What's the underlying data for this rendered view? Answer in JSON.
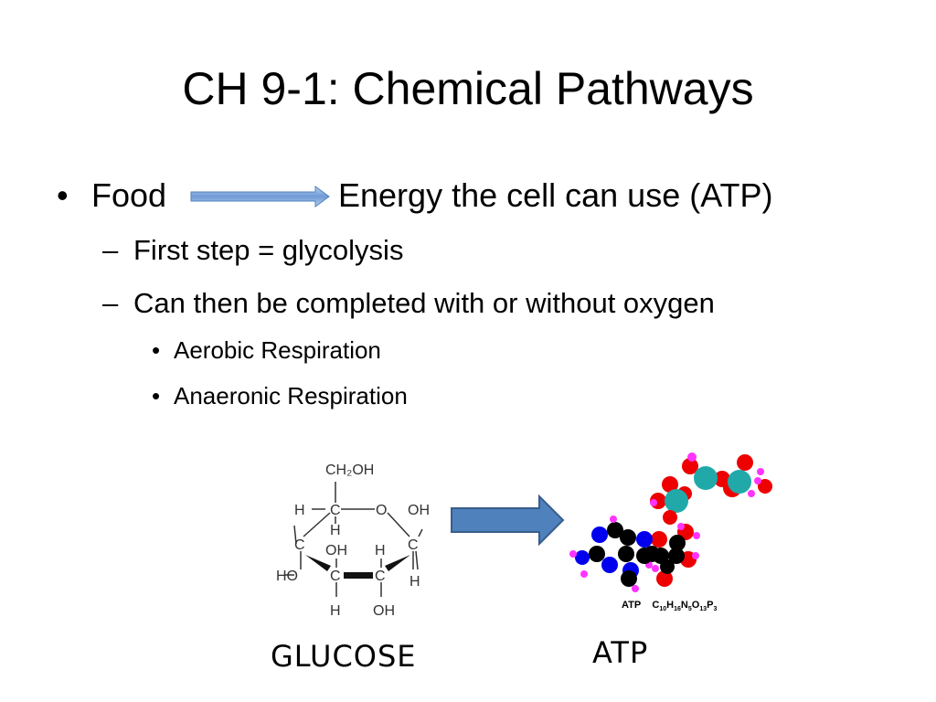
{
  "slide": {
    "title": "CH 9-1: Chemical Pathways",
    "bullet_char": "•",
    "dash_char": "–",
    "points": {
      "food": "Food",
      "energy": "Energy the cell can use (ATP)",
      "sub1": "First step = glycolysis",
      "sub2": "Can then be completed with or without oxygen",
      "subsub1": "Aerobic Respiration",
      "subsub2": "Anaeronic Respiration"
    }
  },
  "glucose": {
    "caption": "GLUCOSE",
    "labels": {
      "ch2oh": "CH₂OH",
      "o": "O",
      "h": "H",
      "c": "C",
      "oh": "OH",
      "ho": "HO"
    }
  },
  "atp": {
    "caption": "ATP",
    "formula_label": "ATP",
    "formula": {
      "c": "C",
      "c_n": "10",
      "h": "H",
      "h_n": "16",
      "n": "N",
      "n_n": "5",
      "o": "O",
      "o_n": "13",
      "p": "P",
      "p_n": "3"
    }
  },
  "colors": {
    "arrow_fill": "#4f81bd",
    "arrow_light": "#8db3e2",
    "atom_carbon": "#000000",
    "atom_nitrogen": "#0000ee",
    "atom_oxygen": "#ee0000",
    "atom_hydrogen": "#ff33ff",
    "atom_phosphorus": "#21a9a9"
  }
}
